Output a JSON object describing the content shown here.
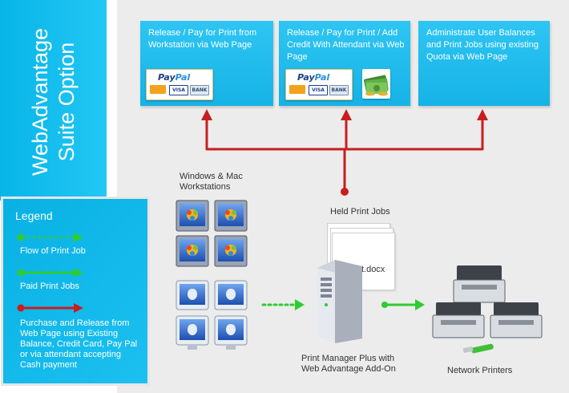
{
  "side": {
    "title_line1": "WebAdvantage",
    "title_line2": "Suite Option"
  },
  "legend": {
    "title": "Legend",
    "items": [
      {
        "text": "Flow of Print Job",
        "style": "dotted",
        "color": "#2fcc2f"
      },
      {
        "text": "Paid Print Jobs",
        "style": "solid",
        "color": "#2fcc2f"
      },
      {
        "text": "Purchase and Release from Web Page using Existing Balance, Credit Card, Pay Pal or via attendant accepting Cash payment",
        "style": "solid",
        "color": "#c81e1e"
      }
    ]
  },
  "cards": [
    {
      "text": "Release / Pay for Print from Workstation via Web Page",
      "logos": [
        "paypal"
      ]
    },
    {
      "text": "Release / Pay for Print / Add Credit With Attendant via Web Page",
      "logos": [
        "paypal",
        "cash"
      ]
    },
    {
      "text": "Administrate User Balances and Print Jobs using existing Quota via Web Page",
      "logos": []
    }
  ],
  "paypal_logo": {
    "word_a": "Pay",
    "word_b": "Pal",
    "badges": [
      "MasterCard",
      "VISA",
      "BANK"
    ]
  },
  "workstations": {
    "label": "Windows & Mac Workstations",
    "icons": [
      "windows-monitor-icon",
      "mac-monitor-icon"
    ]
  },
  "held_jobs": {
    "label": "Held Print Jobs",
    "doc_name": "Report.docx"
  },
  "server": {
    "label": "Print Manager Plus with Web Advantage Add-On",
    "icon": "server-tower-icon"
  },
  "printers": {
    "label": "Network Printers",
    "icon": "printer-icon"
  },
  "colors": {
    "accent_blue": "#15b3e6",
    "arrow_red": "#c81e1e",
    "arrow_green": "#2fcc2f"
  }
}
